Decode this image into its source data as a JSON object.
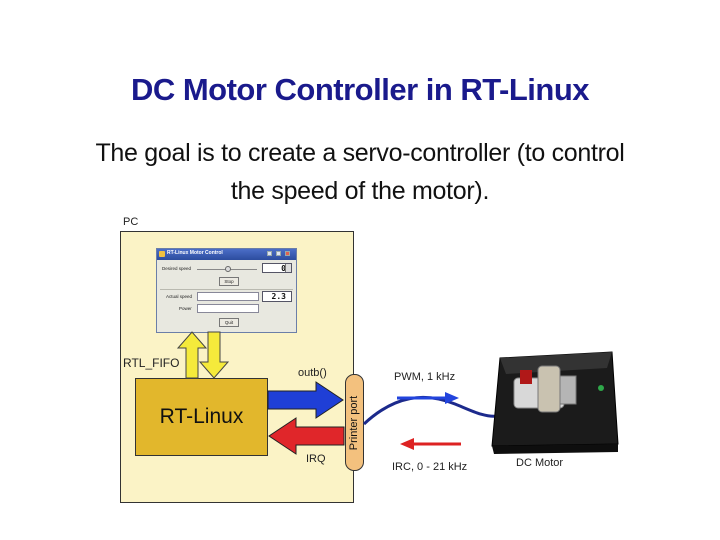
{
  "slide": {
    "title": "DC Motor Controller in RT-Linux",
    "subtitle_line1": "The goal is to create a servo-controller (to control",
    "subtitle_line2": "the speed of the motor)."
  },
  "diagram": {
    "pc_label": "PC",
    "rtl_fifo_label": "RTL_FIFO",
    "rt_linux_label": "RT-Linux",
    "outb_label": "outb()",
    "irq_label": "IRQ",
    "printer_port_label": "Printer port",
    "pwm_label": "PWM, 1 kHz",
    "irc_label": "IRC, 0 - 21 kHz",
    "dc_motor_label": "DC Motor"
  },
  "window": {
    "title": "RT-Linux Motor Control",
    "desired_speed_label": "Desired speed",
    "desired_speed_value": "0",
    "stop_button": "Stop",
    "actual_speed_label": "Actual speed",
    "actual_speed_value": "2.3",
    "power_label": "Power",
    "quit_button": "Quit"
  },
  "colors": {
    "title": "#1a1a8c",
    "pc_box": "#fbf3c6",
    "rt_linux_box": "#e2b72c",
    "printer_port": "#f3c17e",
    "fifo_arrow": "#f5ea3b",
    "outb_arrow": "#1f3fd6",
    "irq_arrow": "#e0262a",
    "cable": "#1c2a8c"
  }
}
